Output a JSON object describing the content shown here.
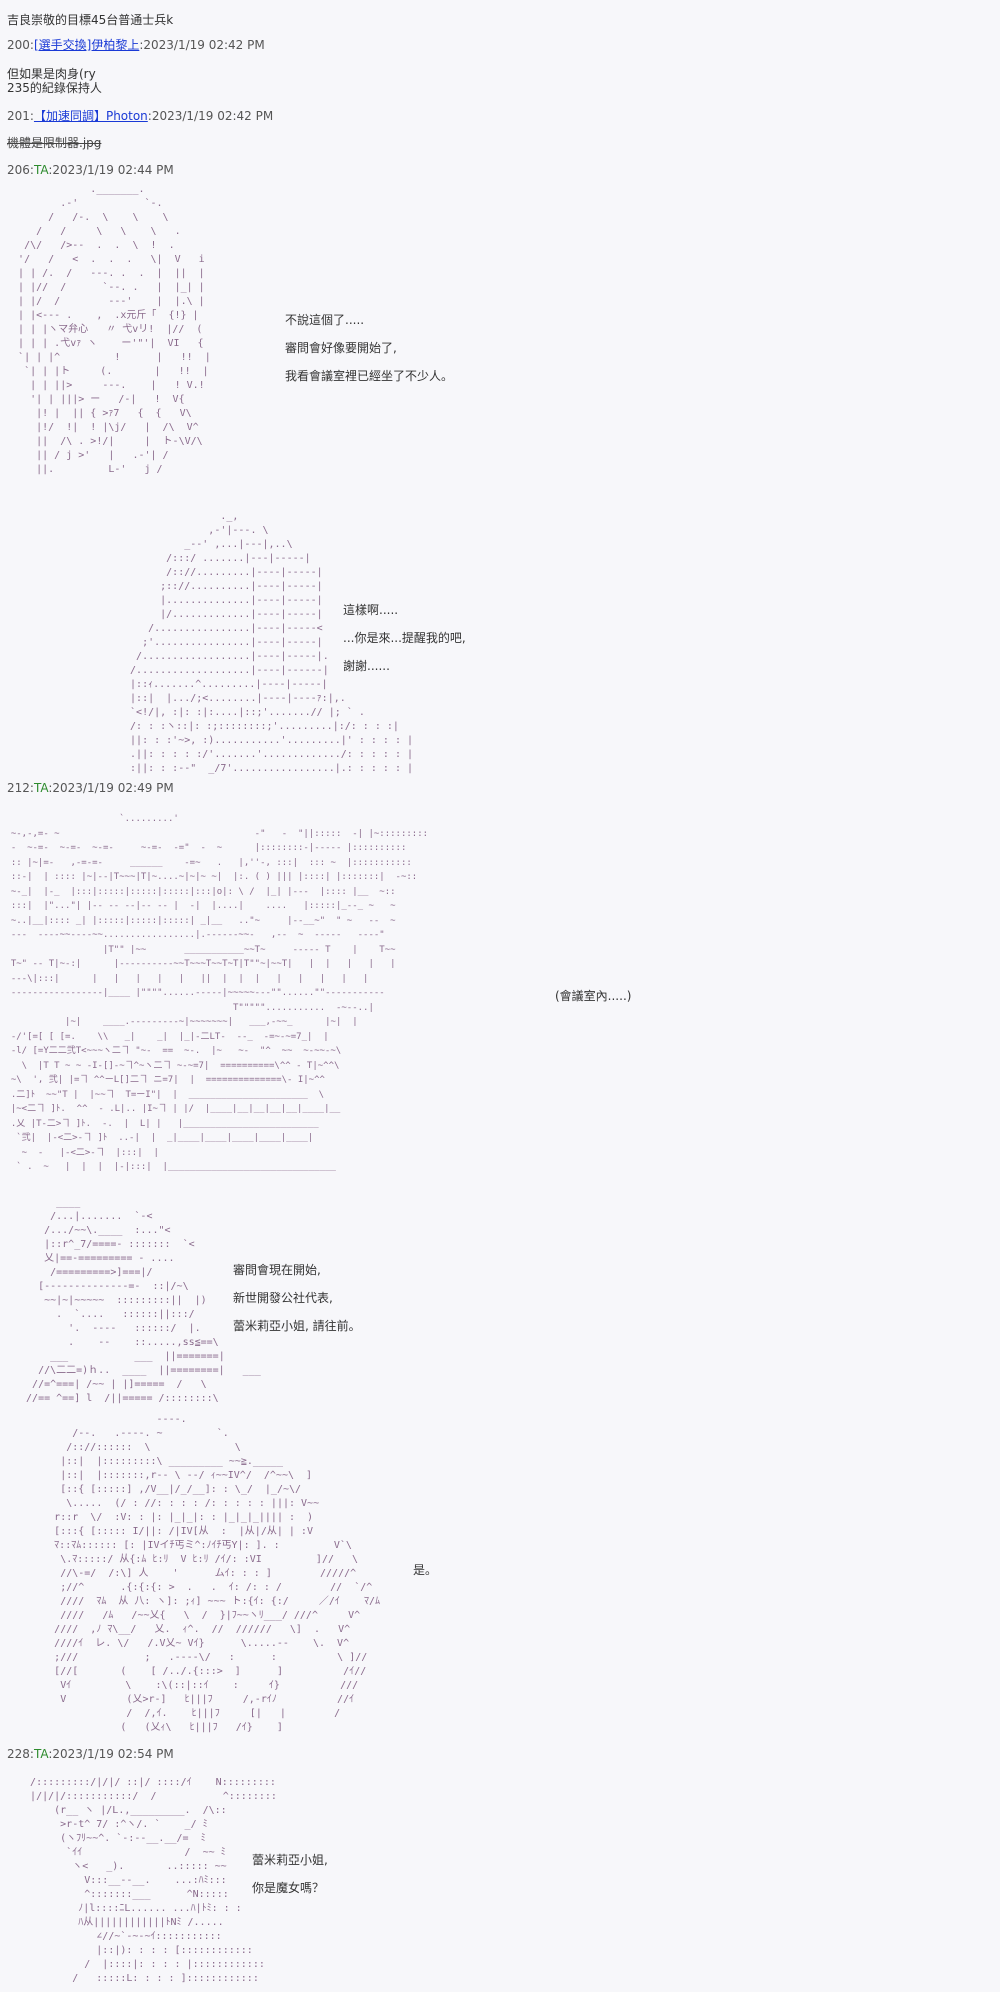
{
  "intro_line": "吉良崇敬的目標45台普通士兵k",
  "posts": [
    {
      "number": "200",
      "sep": ":",
      "name": "[選手交換]伊柏黎上",
      "name_is_link": true,
      "datetime": "2023/1/19 02:42 PM",
      "body": [
        "但如果是肉身(ry",
        "235的紀錄保持人"
      ]
    },
    {
      "number": "201",
      "sep": ":",
      "name": "【加速同調】Photon",
      "name_is_link": true,
      "datetime": "2023/1/19 02:42 PM",
      "body_strike": "機體是限制器.jpg"
    },
    {
      "number": "206",
      "sep": ":",
      "name": "TA",
      "datetime": "2023/1/19 02:44 PM",
      "panels": [
        {
          "dialog": [
            "不說這個了.....",
            "審問會好像要開始了,",
            "我看會議室裡已經坐了不少人。"
          ]
        },
        {
          "dialog": [
            "這樣啊.....",
            "...你是來...提醒我的吧,",
            "謝謝......"
          ]
        }
      ]
    },
    {
      "number": "212",
      "sep": ":",
      "name": "TA",
      "datetime": "2023/1/19 02:49 PM",
      "panels": [
        {
          "dialog": [
            "(會議室內.....)"
          ]
        },
        {
          "dialog": [
            "審問會現在開始,",
            "新世開發公社代表,",
            "蕾米莉亞小姐, 請往前。"
          ]
        },
        {
          "dialog": [
            "是。"
          ]
        }
      ]
    },
    {
      "number": "228",
      "sep": ":",
      "name": "TA",
      "datetime": "2023/1/19 02:54 PM",
      "panels": [
        {
          "dialog": [
            "蕾米莉亞小姐,",
            "你是魔女嗎？"
          ]
        }
      ]
    }
  ],
  "ascii_art": {
    "aa_206_a": "               ._______.\n          .-'           `-.\n        /   /-.  \\    \\    \\\n      /   /     \\   \\    \\   .\n    /\\/   />--  .  .  \\  !  .\n   '/   /   <  .  .  .   \\|  V   i\n   | | /.  /   ---. .  .  |  ||  |\n   | |//  /      `--. .   |  |_| |\n   | |/  /        ---'    |  |.\\ |\n   | |<--- .    ,  .x元斤「  {!} |\n   | | |ヽマ弁心   〃 弋vリ!  |//  (\n   | | | .弋vｧ ヽ    ー'\"'|  VI   {\n   `| | |^         !      |   !!  |\n    `| | |ト     (.       |   !!  |\n     | | ||>     ---.    |   ! V.!\n     '| | |||> ー   /-|   !  V{\n      |! |  || { >ｧ7   {  {   V\\\n      |!/  !|  ! |\\j/   |  /\\  V^\n      ||  /\\ . >!/|     |  ト-\\V/\\\n      || / j >'   |   .-'| /\n      ||.         L-'   j /",
    "aa_206_b": "                 ._,\n               ,-'|---. \\\n           _--' ,...|---|,..\\\n        /:::/ .......|---|-----|\n        /:://.........|----|-----|\n       ;:://..........|----|-----|\n       |..............|----|-----|\n       |/.............|----|-----|\n     /................|----|-----<\n    ;'................|----|-----|\n   /..................|----|-----|.\n  /...................|----|------|\n  |::ｨ.......^.........|----|-----|\n  |::|  |.../;<........|----|----ｧ:|,.\n  `<!/|, :|: :|:....|::;'.......// |; ` .\n  /: : :ヽ::|: :;::::::::;'.........|:/: : : :|\n  ||: : :'~>, :)...........'.........|' : : : : |\n  .||: : : : :/'.......'............./: : : : : |\n  :||: : :--\"  _/7'.................|.: : : : : |",
    "aa_212_a": "                      `.........'\n  ~-,-,=- ~                                    -\"   -  \"||:::::  -| |~:::::::::\n  -  ~-=-  ~-=-  ~-=-     ~-=-  -=\"  -  ~      |::::::::-|----- |::::::::::\n  :: |~|=-   ,-=-=-     ______    -=~   .   |,''-, :::|  ::: ~  |:::::::::::\n  ::-|  | :::: |~|--|T~~~|T|~....~|~|~ ~|  |:. ( ) ||| |::::| |:::::::|  -~::\n  ~-_|  |-_  |:::|:::::|:::::|:::::|:::|o|: \\ /  |_| |---  |:::: |__  ~::\n  :::|  |\"...\"| |-- -- --|-- -- |  -|  |....|    ....   |:::::|_--_ ~   ~\n  ~..|__|:::: _| |:::::|:::::|:::::| _|__   ..\"~     |--__~\"  \" ~   --  ~\n  ---  ----~~----~~.................|.------~~-   ,--  ~  -----   ----\"\n                   |T\"\" |~~       ___________~~T~     ----- T    |    T~~\n  T~\" -- T|~-:|      |----------~~T~~~T~~T~T|T\"\"~|~~T|   |  |   |   |   |\n  ---\\|:::|      |   |   |   |   |   ||  |  |  |   |   |   |   |   |\n  -----------------|____ |\"\"\"\"......-----|~~~~~---\"\"......\"\"-----------\n                                           T\"\"\"\"\"...........  -~--..|\n            |~|    ____.---------~|~~~~~~~|   ___,-~~_      |~|  |\n  -/'[=[ [ [=.    \\\\   _|    _|  |_|-二LT-  --_  -=~-~=7_|  |\n  -l/ [=Y二二弐T<~~~ヽ二ヿ \"~-  ==  ~-.  |~   ~-  \"^  ~~  ~-~~-~\\\n    \\  |T T ~ ~ -I-[]-~ヿ^~ヽ二ヿ ~-~=7|  ==========\\^^ - T|~^^\\\n  ~\\  ', 弐| |=ヿ ^^ーL[]二ヿ ニ=7|  |  ==============\\- I|~^^\n  .二]ﾄ  ~~\"T |  |~~ヿ  T=ーI\"|  |  ______________________  \\\n  |~<二ヿ ]ﾄ.  ^^  - .L|.. |I~ヿ | |/  |____|__|__|__|__|____|__\n  .乂 |T-二>ヿ ]ﾄ.  -.  |  L| |   |_________________________\n   `弐|  |-<二>-ヿ ]ﾄ  ..-|  |  _|____|____|____|____|____|\n    ~  -   |-<二>-ヿ  |:::|  |\n   ` .  ~   |  |  |  |-|:::|  |_______________________________",
    "aa_212_b": "       ____\n      /...|.......  `-<\n     /.../~~\\.____  :...\"<\n     |::r^_7/====- :::::::  `<\n     乂|==-========= - ....\n      /=========>]===|/\n    [--------------=-  ::|/~\\\n     ~~|~|~~~~~  :::::::::||  |)\n       .  `....   ::::::||:::/\n         '.  ----   ::::::/  |.\n         .    --    ::.....,ss≦==\\\n      ___           ___  ||=======|\n    //\\二二=)ｈ..  ____  ||========|   ___\n   //=^===| /~~ | |]=====  /   \\\n  //== ^==] l  /||===== /::::::::\\",
    "aa_212_c": "                          ----.\n            /--.   .----. ~         `.\n           /:://::::::  \\              \\\n          |::|  |:::::::::\\ _________ ~~≧._____\n          |::|  |:::::::,r-- \\ --/ ｨ~~IV^/  /^~~\\  ]\n          [::{ [:::::] ,/V__|/_/__]: : \\_/  |_/~\\/\n           \\.....  (/ : //: : : : /: : : : : |||: V~~\n         r::r  \\/  :V: : |: |_|_|: : |_|_|_|||| :  )\n         [:::{ [::::: I/||: /|IV[从  :  |从|/从| | :V\n         ﾏ::ﾏﾑ:::::: [: |IVイﾁ丐ミ^:ﾉｲﾁ丐Y|: ]. :         V`\\\n          \\.ﾏ:::::/ 从{:ﾑ ﾋ:ﾘ  V ﾋ:ﾘ /ｲ/: :VI         ]//   \\\n          //\\-=/  /:\\] 人    '      ムｲ: : : ]        /////^\n          ;//^      .{:{:{: >  .   .  ｲ: /: : /        //  `/^\n          ////  ﾏﾑ  从 八: ヽ]: ;ｨ] ~~~ ト:{ｲ: {:/     ／/ｲ    ﾏ/ﾑ\n          ////   /ﾑ   /~~乂{   \\  /  }|ﾌ~~ヽﾘ___/ ///^     V^\n         ////  ,ﾉ ﾏ\\__/   乂.  ｨ^.  //  //////   \\]  .   V^\n         ////ｲ  レ. \\/   /.V乂~ Vｲ}      \\.....--    \\.  V^\n         ;///           ;   .----\\/   :      :          \\ ]//\n         [//[       (    [ /../.{:::>  ]      ]          /ｲ//\n          Vｲ         \\    :\\(::|::ｲ    :     ｲ}          ///\n          V          (乂>r-]   ﾋ|||ﾌ     /,-rｲﾉ          //ｲ\n                     /  /,ｲ.    ﾋ|||ﾌ     [|   |        /\n                    (   (乂ｨ\\   ﾋ|||ﾌ   /ｲ}    ]",
    "aa_228": "   /:::::::::/|/|/ ::|/ ::::/ｲ    N:::::::::\n   |/|/|/:::::::::::/  /           ^::::::::\n       (r__ ヽ |/L.,_________.  /\\::\n        >r-t^ 7/ :^ヽ/. `    _/ ﾐ\n        (ヽﾌﾘ~~^. `-:--__.__/=  ﾐ\n         `ｲｲ                 /  ~~ ﾐ\n          ヽ<   _).       ..::::: ~~\n            V:::__--__.    ...:ﾊﾐ:::\n            ^:::::::___      ^N:::::\n           ﾉ|l::::ﾆL...... ...ﾊ|ﾄﾐ: : :\n           ﾊ从||||||||||||ﾄNﾐ /.....\n              ∠//~`-~-~ｲ:::::::::::\n              |::|): : : : [::::::::::::\n            /  |::::|: : : : |::::::::::::\n          /   :::::L: : : : ]::::::::::::"
  },
  "colors": {
    "background": "#f7f7fa",
    "text": "#333333",
    "link": "#1a3ad6",
    "name_ta": "#2e8b2e",
    "ascii_art": "#8a6a8c"
  }
}
